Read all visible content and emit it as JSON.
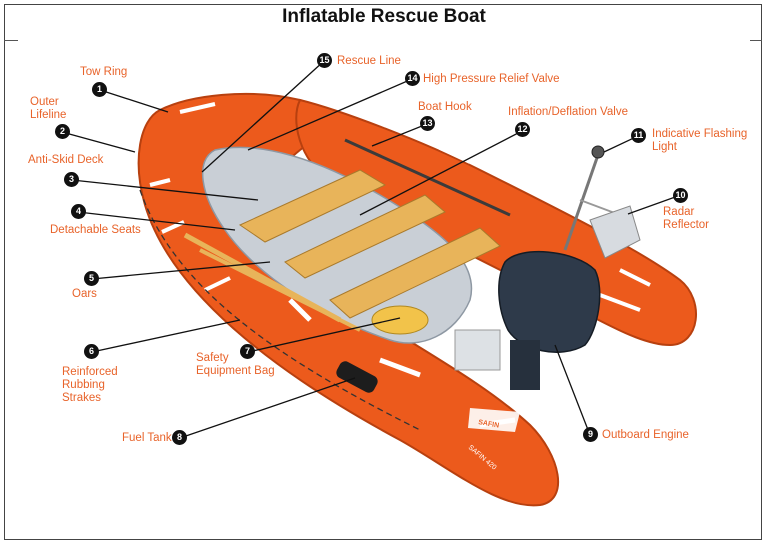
{
  "title": "Inflatable Rescue Boat",
  "colors": {
    "hull": "#ec5a1c",
    "hull_dark": "#b8400f",
    "label": "#e8632a",
    "wood": "#e8b45a",
    "engine": "#2e3a4a",
    "marker": "#111111"
  },
  "hull_text": {
    "brand": "SAFIN 420",
    "logo": "SAFIN"
  },
  "parts": [
    {
      "num": "1",
      "label": "Tow Ring"
    },
    {
      "num": "2",
      "label": "Outer Lifeline"
    },
    {
      "num": "3",
      "label": "Anti-Skid Deck"
    },
    {
      "num": "4",
      "label": "Detachable Seats"
    },
    {
      "num": "5",
      "label": "Oars"
    },
    {
      "num": "6",
      "label": "Reinforced Rubbing Strakes"
    },
    {
      "num": "7",
      "label": "Safety Equipment Bag"
    },
    {
      "num": "8",
      "label": "Fuel Tank"
    },
    {
      "num": "9",
      "label": "Outboard Engine"
    },
    {
      "num": "10",
      "label": "Radar Reflector"
    },
    {
      "num": "11",
      "label": "Indicative Flashing Light"
    },
    {
      "num": "12",
      "label": "Inflation/Deflation Valve"
    },
    {
      "num": "13",
      "label": "Boat Hook"
    },
    {
      "num": "14",
      "label": "High Pressure Relief Valve"
    },
    {
      "num": "15",
      "label": "Rescue Line"
    }
  ]
}
